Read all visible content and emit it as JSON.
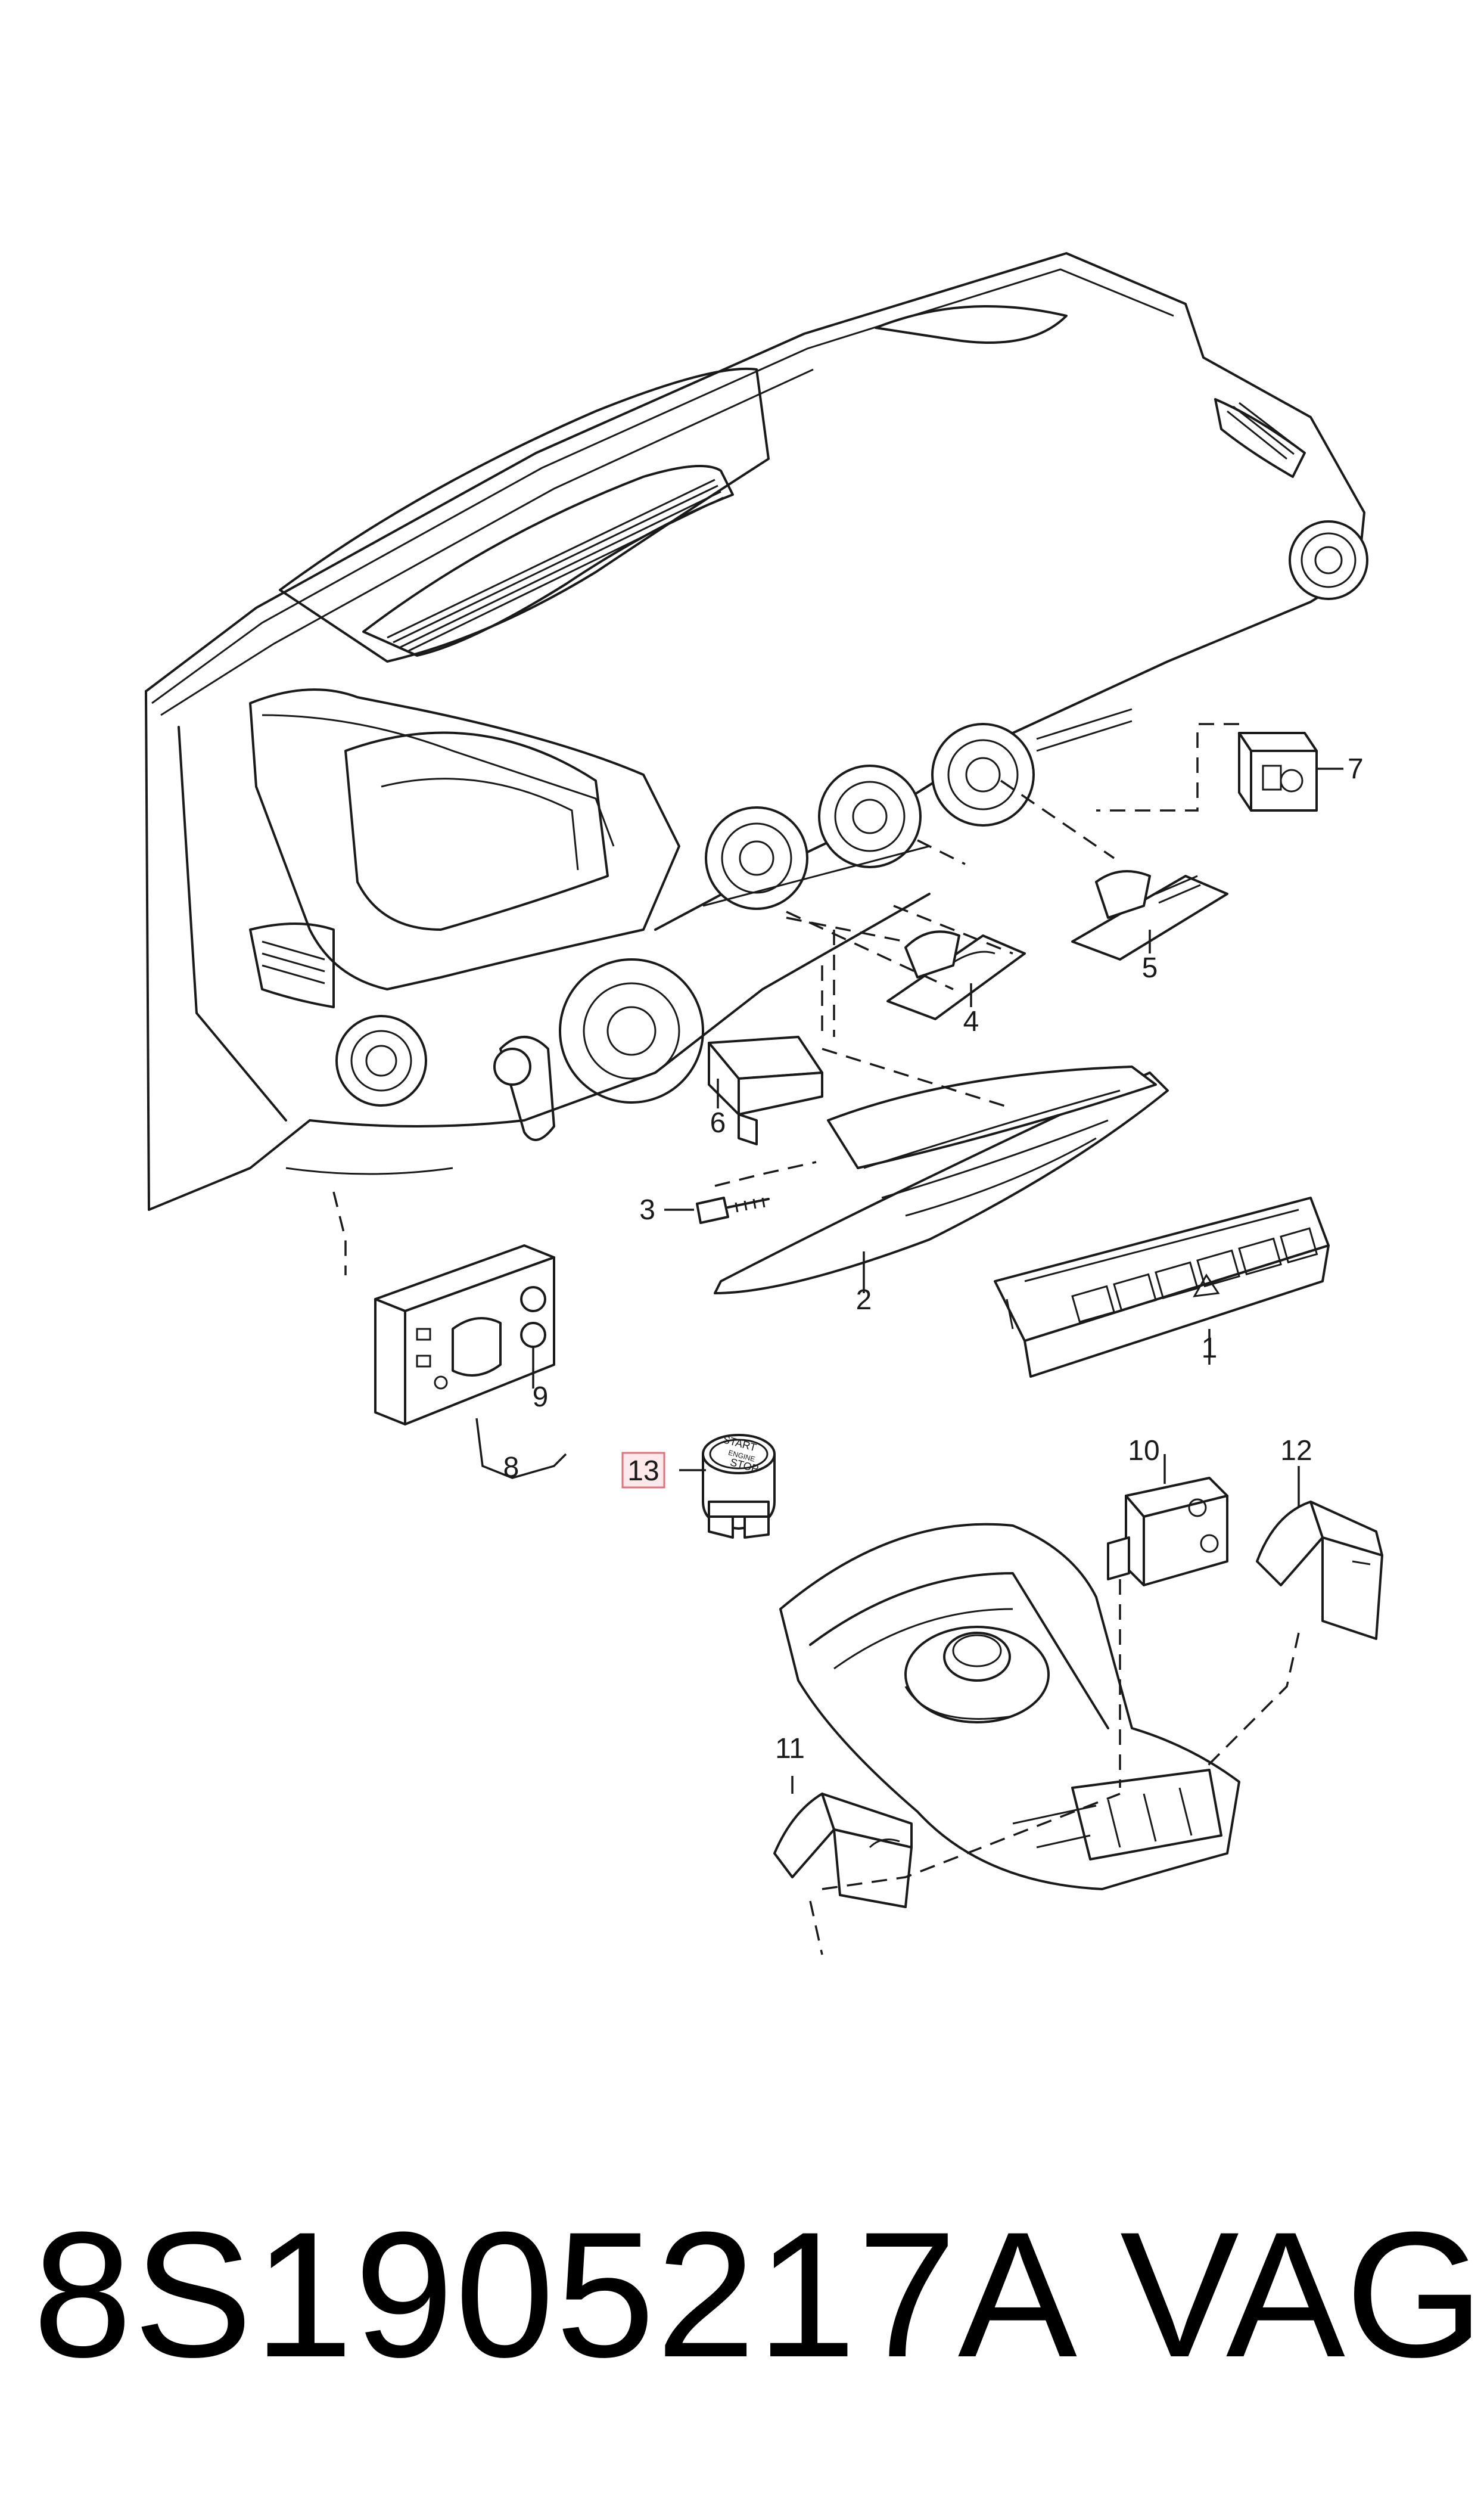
{
  "footer": {
    "part_number": "8S1905217A",
    "brand": "VAG"
  },
  "callouts": [
    {
      "id": "1",
      "label": "1"
    },
    {
      "id": "2",
      "label": "2"
    },
    {
      "id": "3",
      "label": "3"
    },
    {
      "id": "4",
      "label": "4"
    },
    {
      "id": "5",
      "label": "5"
    },
    {
      "id": "6",
      "label": "6"
    },
    {
      "id": "7",
      "label": "7"
    },
    {
      "id": "8",
      "label": "8"
    },
    {
      "id": "9",
      "label": "9"
    },
    {
      "id": "10",
      "label": "10"
    },
    {
      "id": "11",
      "label": "11"
    },
    {
      "id": "12",
      "label": "12"
    },
    {
      "id": "13",
      "label": "13",
      "highlighted": true
    }
  ],
  "button_text": {
    "start": "START",
    "engine": "ENGINE",
    "stop": "STOP"
  },
  "colors": {
    "line": "#1a1a1a",
    "highlight_fill": "#fde8ea",
    "highlight_border": "#e0707a"
  }
}
